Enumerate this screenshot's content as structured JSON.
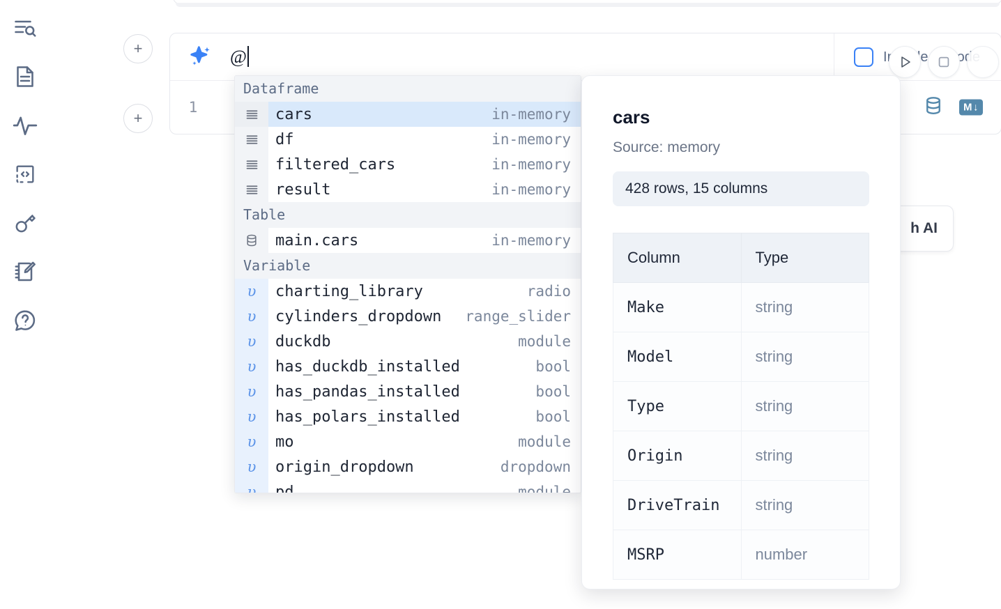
{
  "sidebar": {
    "items": [
      {
        "name": "search-files-icon",
        "label": "Search files"
      },
      {
        "name": "file-explorer-icon",
        "label": "File explorer"
      },
      {
        "name": "activity-icon",
        "label": "Activity"
      },
      {
        "name": "snippets-icon",
        "label": "Snippets"
      },
      {
        "name": "secrets-key-icon",
        "label": "Secrets"
      },
      {
        "name": "scratchpad-icon",
        "label": "Scratchpad"
      },
      {
        "name": "help-chat-icon",
        "label": "Help"
      }
    ]
  },
  "cell": {
    "add_button_label": "+",
    "prompt_value": "@",
    "include_all_code_label": "Include all code",
    "include_all_code_checked": false,
    "line_number": "1",
    "run_button_label": "Run",
    "stop_button_label": "Stop",
    "database_icon": "database-icon",
    "markdown_icon": "M",
    "markdown_icon_arrow": "↓"
  },
  "ai_button": {
    "label": "h AI"
  },
  "autocomplete": {
    "groups": [
      {
        "title": "Dataframe",
        "icon": "rows-icon",
        "kind": "df",
        "items": [
          {
            "name": "cars",
            "type": "in-memory",
            "selected": true
          },
          {
            "name": "df",
            "type": "in-memory",
            "selected": false
          },
          {
            "name": "filtered_cars",
            "type": "in-memory",
            "selected": false
          },
          {
            "name": "result",
            "type": "in-memory",
            "selected": false
          }
        ]
      },
      {
        "title": "Table",
        "icon": "database-icon",
        "kind": "tbl",
        "items": [
          {
            "name": "main.cars",
            "type": "in-memory",
            "selected": false
          }
        ]
      },
      {
        "title": "Variable",
        "icon": "υ",
        "kind": "var",
        "items": [
          {
            "name": "charting_library",
            "type": "radio",
            "selected": false
          },
          {
            "name": "cylinders_dropdown",
            "type": "range_slider",
            "selected": false
          },
          {
            "name": "duckdb",
            "type": "module",
            "selected": false
          },
          {
            "name": "has_duckdb_installed",
            "type": "bool",
            "selected": false
          },
          {
            "name": "has_pandas_installed",
            "type": "bool",
            "selected": false
          },
          {
            "name": "has_polars_installed",
            "type": "bool",
            "selected": false
          },
          {
            "name": "mo",
            "type": "module",
            "selected": false
          },
          {
            "name": "origin_dropdown",
            "type": "dropdown",
            "selected": false
          },
          {
            "name": "pd",
            "type": "module",
            "selected": false
          }
        ]
      }
    ]
  },
  "doc_panel": {
    "title": "cars",
    "source": "Source: memory",
    "shape": "428 rows, 15 columns",
    "columns_header": "Column",
    "type_header": "Type",
    "rows": [
      {
        "column": "Make",
        "type": "string"
      },
      {
        "column": "Model",
        "type": "string"
      },
      {
        "column": "Type",
        "type": "string"
      },
      {
        "column": "Origin",
        "type": "string"
      },
      {
        "column": "DriveTrain",
        "type": "string"
      },
      {
        "column": "MSRP",
        "type": "number"
      }
    ]
  },
  "colors": {
    "accent_blue": "#3b82f6",
    "selection_blue": "#d9e9fb",
    "icon_slate": "#5c6b85",
    "db_icon": "#5488ab"
  }
}
